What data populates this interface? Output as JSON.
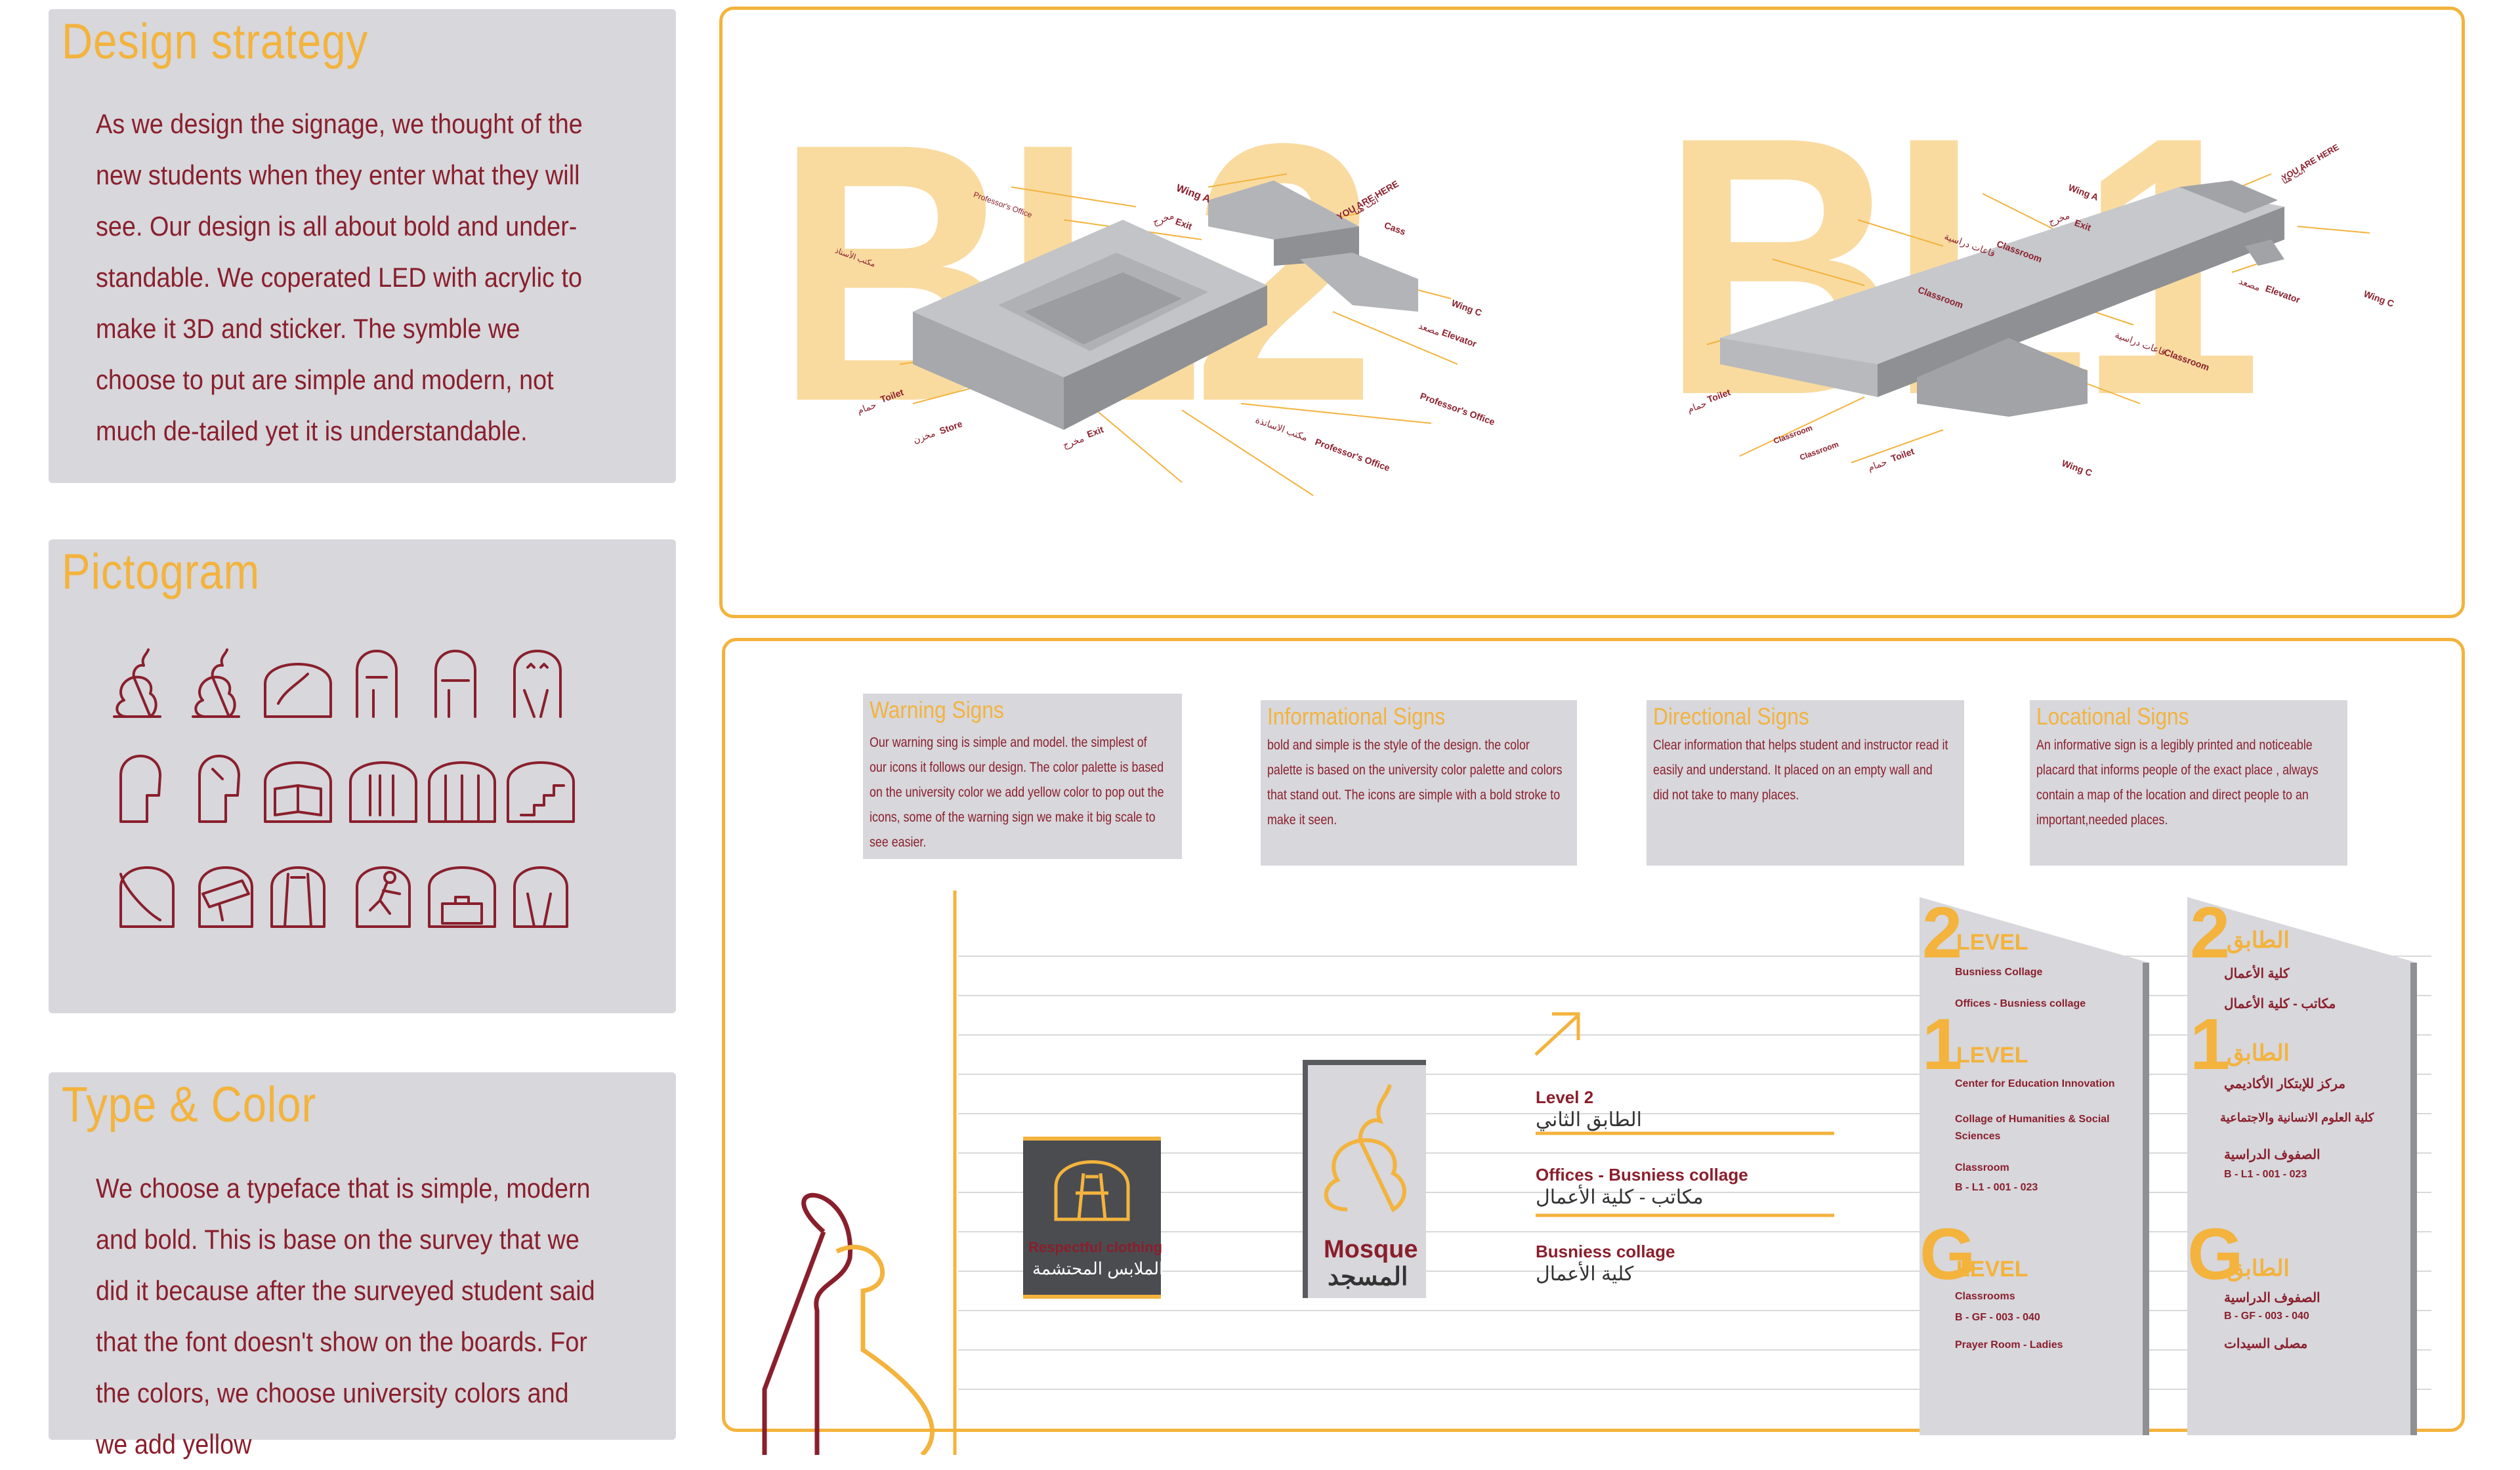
{
  "design_strategy": {
    "title": "Design strategy",
    "body": "As we design the signage, we thought of the new students when they enter what they will see. Our design is all about bold and under-standable. We coperated LED with acrylic to make it 3D and sticker. The symble we choose to put are simple and modern, not much de-tailed yet it is understandable."
  },
  "pictogram": {
    "title": "Pictogram"
  },
  "type_color": {
    "title": "Type & Color",
    "body": "We choose a typeface that is simple, modern and bold. This is base on the survey that we did it because after the surveyed student said that the font doesn't show on the boards. For the colors, we choose university colors and we add yellow"
  },
  "maps": {
    "left_big_letters": "BL2",
    "right_big_letters": "BL1",
    "left_labels": [
      "Wing A",
      "YOU ARE HERE",
      "انت هنا",
      "Cass",
      "Exit",
      "مخرج",
      "Professor's Office",
      "مكتب الأستاذ",
      "Wing C",
      "مصعد",
      "Elevator",
      "Professor's Office",
      "Toilet",
      "حمام",
      "Store",
      "مخزن",
      "Exit",
      "مخرج",
      "Professor's Office",
      "مكتب الاساتذة"
    ],
    "right_labels": [
      "Wing A",
      "YOU ARE HERE",
      "انت هنا",
      "Exit",
      "مخرج",
      "Classroom",
      "قاعات دراسية",
      "Classroom",
      "مصعد",
      "Elevator",
      "Wing C",
      "Classroom",
      "قاعات دراسية",
      "Toilet",
      "حمام",
      "Classroom",
      "Classroom",
      "Toilet",
      "حمام",
      "Wing C"
    ]
  },
  "cards": [
    {
      "title": "Warning Signs",
      "body": "Our warning sing is simple and model. the simplest of our icons it follows our design. The color palette is based on the university color we add yellow color to pop out the icons, some of the warning sign we make it big scale to see easier."
    },
    {
      "title": "Informational Signs",
      "body": "bold and simple is the style of the design. the color palette is based on the university color palette and colors that stand out. The icons are simple with a bold stroke to make it seen."
    },
    {
      "title": "Directional Signs",
      "body": "Clear information that helps student and instructor read it easily and understand. It placed on an empty wall and did not take to many places."
    },
    {
      "title": "Locational Signs",
      "body": "An informative sign is a legibly printed and noticeable placard that informs people of the exact place , always contain a map of the location and direct people to an important,needed places."
    }
  ],
  "signs": {
    "clothing_en": "Respectful clothing",
    "clothing_ar": "الملابس المحتشمة",
    "mosque_en": "Mosque",
    "mosque_ar": "المسجد",
    "dir1_en": "Level 2",
    "dir1_ar": "الطابق الثاني",
    "dir2_en": "Offices - Busniess collage",
    "dir2_ar": "مكاتب - كلية الأعمال",
    "dir3_en": "Busniess collage",
    "dir3_ar": "كلية الأعمال"
  },
  "tower_en": {
    "l2_num": "2",
    "l2_word": "LEVEL",
    "l2_items": [
      "Busniess Collage",
      "Offices - Busniess collage"
    ],
    "l1_num": "1",
    "l1_word": "LEVEL",
    "l1_items": [
      "Center for Education Innovation",
      "Collage of Humanities & Social",
      "Sciences",
      "Classroom",
      "B - L1 - 001 - 023"
    ],
    "g_num": "G",
    "g_word": "LEVEL",
    "g_items": [
      "Classrooms",
      "B - GF - 003 - 040",
      "Prayer Room - Ladies"
    ]
  },
  "tower_ar": {
    "l2_num": "2",
    "l2_word": "الطابق",
    "l2_items": [
      "كلية الأعمال",
      "مكاتب - كلية الأعمال"
    ],
    "l1_num": "1",
    "l1_word": "الطابق",
    "l1_items": [
      "مركز للإبتكار الأكاديمي",
      "كلية العلوم الانسانية والاجتماعية",
      "الصفوف الدراسية",
      "B - L1 - 001 - 023"
    ],
    "g_num": "G",
    "g_word": "الطابق",
    "g_items": [
      "الصفوف الدراسية",
      "B - GF - 003 - 040",
      "مصلى السيدات"
    ]
  },
  "colors": {
    "maroon": "#8a1f2c",
    "yellow": "#f3b33d",
    "panel_gray": "#d7d7dc"
  }
}
